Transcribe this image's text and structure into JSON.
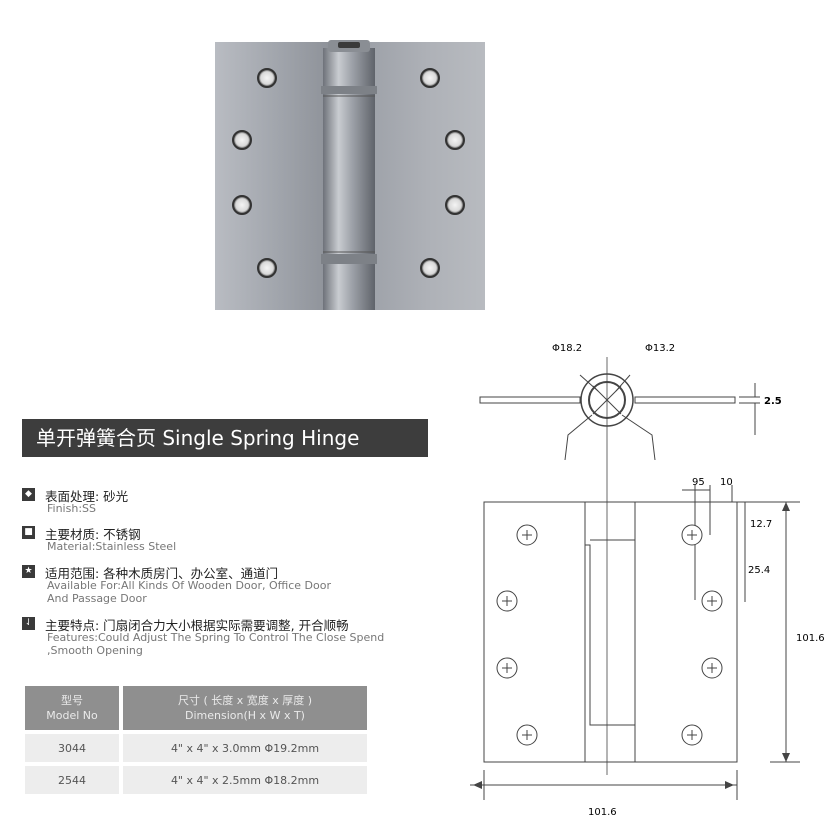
{
  "title": "单开弹簧合页 Single Spring Hinge",
  "features": [
    {
      "icon": "◆",
      "icon_name": "diamond-icon",
      "cn": "表面处理: 砂光",
      "en": "Finish:SS"
    },
    {
      "icon": "■",
      "icon_name": "square-icon",
      "cn": "主要材质: 不锈钢",
      "en": "Material:Stainless Steel"
    },
    {
      "icon": "★",
      "icon_name": "star-icon",
      "cn": "适用范围: 各种木质房门、办公室、通道门",
      "en": "Available For:All Kinds Of Wooden Door, Office Door And Passage Door"
    },
    {
      "icon": "⇃",
      "icon_name": "arrow-down-icon",
      "cn": "主要特点: 门扇闭合力大小根据实际需要调整, 开合顺畅",
      "en": "Features:Could Adjust The Spring To Control The Close Spend ,Smooth Opening"
    }
  ],
  "table": {
    "header_model_cn": "型号",
    "header_model_en": "Model No",
    "header_dim_cn": "尺寸 ( 长度 x 宽度 x 厚度 )",
    "header_dim_en": "Dimension(H x W x T)",
    "rows": [
      {
        "model": "3044",
        "dimension": "4\" x 4\" x 3.0mm  Φ19.2mm"
      },
      {
        "model": "2544",
        "dimension": "4\" x 4\" x 2.5mm  Φ18.2mm"
      }
    ]
  },
  "drawing": {
    "dia_outer": "Φ18.2",
    "dia_inner": "Φ13.2",
    "thickness": "2.5",
    "dim_95": "95",
    "dim_10": "10",
    "dim_127": "12.7",
    "dim_254": "25.4",
    "height": "101.6",
    "width": "101.6"
  }
}
